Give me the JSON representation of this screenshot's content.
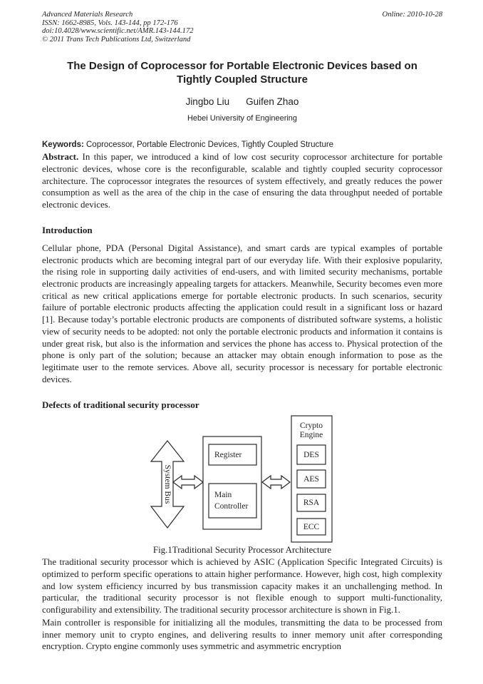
{
  "colors": {
    "ink": "#1f1f1f",
    "background": "#ffffff"
  },
  "header": {
    "journal": "Advanced Materials Research",
    "issn_line": "ISSN: 1662-8985, Vols. 143-144, pp 172-176",
    "doi_line": "doi:10.4028/www.scientific.net/AMR.143-144.172",
    "copyright_line": "© 2011 Trans Tech Publications Ltd, Switzerland",
    "online_date": "Online: 2010-10-28"
  },
  "title": {
    "line1": "The Design of Coprocessor for Portable Electronic Devices based on",
    "line2": "Tightly Coupled Structure"
  },
  "authors": [
    "Jingbo Liu",
    "Guifen Zhao"
  ],
  "affiliation": "Hebei University of Engineering",
  "keywords": {
    "label": "Keywords:",
    "value": "Coprocessor, Portable Electronic Devices, Tightly Coupled Structure"
  },
  "abstract": {
    "label": "Abstract.",
    "text": "In this paper, we introduced a kind of low cost security coprocessor architecture for portable electronic devices, whose core is the reconfigurable, scalable and tightly coupled security coprocessor architecture. The coprocessor integrates the resources of system effectively, and greatly reduces the power consumption as well as the area of the chip in the case of ensuring the data throughput needed of portable electronic devices."
  },
  "sections": {
    "intro": {
      "heading": "Introduction",
      "body": "Cellular phone, PDA (Personal Digital Assistance), and smart cards are typical examples of portable electronic products which are becoming integral part of our everyday life. With their explosive popularity, the rising role in supporting daily activities of end-users, and with limited security mechanisms, portable electronic products are increasingly appealing targets for attackers. Meanwhile, Security becomes even more critical as new critical applications emerge for portable electronic products. In such scenarios, security failure of portable electronic products affecting the application could result in a significant loss or hazard [1]. Because today’s portable electronic products are components of distributed software systems, a holistic view of security needs to be adopted: not only the portable electronic products and information it contains is under great risk, but also is the information and services the phone has access to. Physical protection of the phone is only part of the solution; because an attacker may obtain enough information to pose as the legitimate user to the remote services. Above all, security processor is necessary for portable electronic devices."
    },
    "defects": {
      "heading": "Defects of traditional security processor",
      "para1": "The traditional security processor which is achieved by ASIC (Application Specific Integrated Circuits) is optimized to perform specific operations to attain higher performance. However, high cost, high complexity and low system efficiency incurred by bus transmission capacity makes it an unchallenging method. In particular, the traditional security processor is not flexible enough to support multi-functionality, configurability and extensibility. The traditional security processor architecture is shown in Fig.1.",
      "para2": "Main controller is responsible for initializing all the modules, transmitting the data to be processed from inner memory unit to crypto engines, and delivering results to inner memory unit after corresponding encryption. Crypto engine commonly uses symmetric and asymmetric encryption"
    }
  },
  "figure": {
    "caption": "Fig.1Traditional Security Processor Architecture",
    "system_bus_label": "System Bus",
    "register_label": "Register",
    "main_controller": [
      "Main",
      "Controller"
    ],
    "crypto_engine": [
      "Crypto",
      "Engine"
    ],
    "engines": [
      "DES",
      "AES",
      "RSA",
      "ECC"
    ]
  }
}
